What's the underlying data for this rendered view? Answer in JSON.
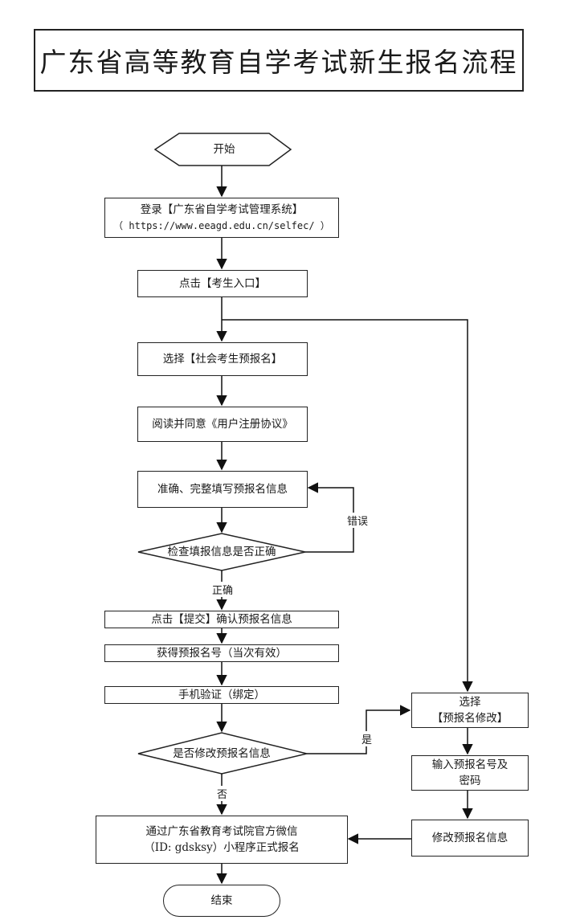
{
  "title": "广东省高等教育自学考试新生报名流程",
  "nodes": {
    "start": "开始",
    "login_line1": "登录【广东省自学考试管理系统】",
    "login_line2": "（ https://www.eeagd.edu.cn/selfec/ ）",
    "entry": "点击【考生入口】",
    "select_social": "选择【社会考生预报名】",
    "agreement": "阅读并同意《用户注册协议》",
    "fill_info": "准确、完整填写预报名信息",
    "check_info": "检查填报信息是否正确",
    "submit": "点击【提交】确认预报名信息",
    "get_number": "获得预报名号（当次有效）",
    "phone_verify": "手机验证（绑定）",
    "modify_decision": "是否修改预报名信息",
    "wechat_line1": "通过广东省教育考试院官方微信",
    "wechat_line2": "（ID: gdsksy）小程序正式报名",
    "end": "结束",
    "select_modify_line1": "选择",
    "select_modify_line2": "【预报名修改】",
    "input_number_line1": "输入预报名号及",
    "input_number_line2": "密码",
    "modify_info": "修改预报名信息"
  },
  "edge_labels": {
    "error": "错误",
    "correct": "正确",
    "yes": "是",
    "no": "否"
  }
}
